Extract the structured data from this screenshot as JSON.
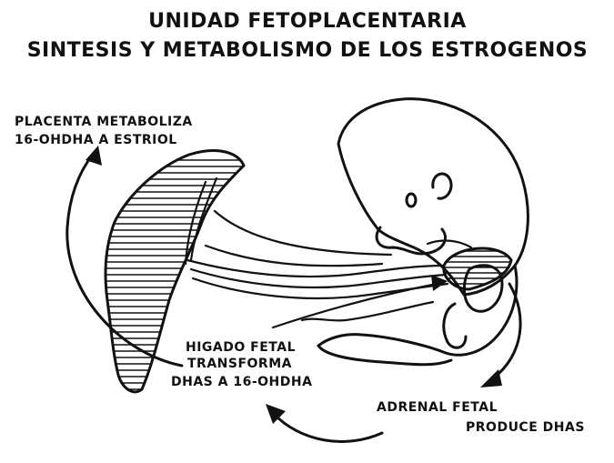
{
  "title": {
    "line1": "UNIDAD  FETOPLACENTARIA",
    "line2": "SINTESIS Y METABOLISMO DE LOS ESTROGENOS"
  },
  "labels": {
    "placenta": {
      "line1": "PLACENTA METABOLIZA",
      "line2": "16-OHDHA A ESTRIOL"
    },
    "liver": {
      "line1": "HIGADO FETAL",
      "line2": "TRANSFORMA",
      "line3": "DHAS A 16-OHDHA"
    },
    "adrenal": {
      "line1": "ADRENAL FETAL",
      "line2": "PRODUCE DHAS"
    }
  },
  "colors": {
    "ink": "#111111",
    "background": "#ffffff"
  }
}
